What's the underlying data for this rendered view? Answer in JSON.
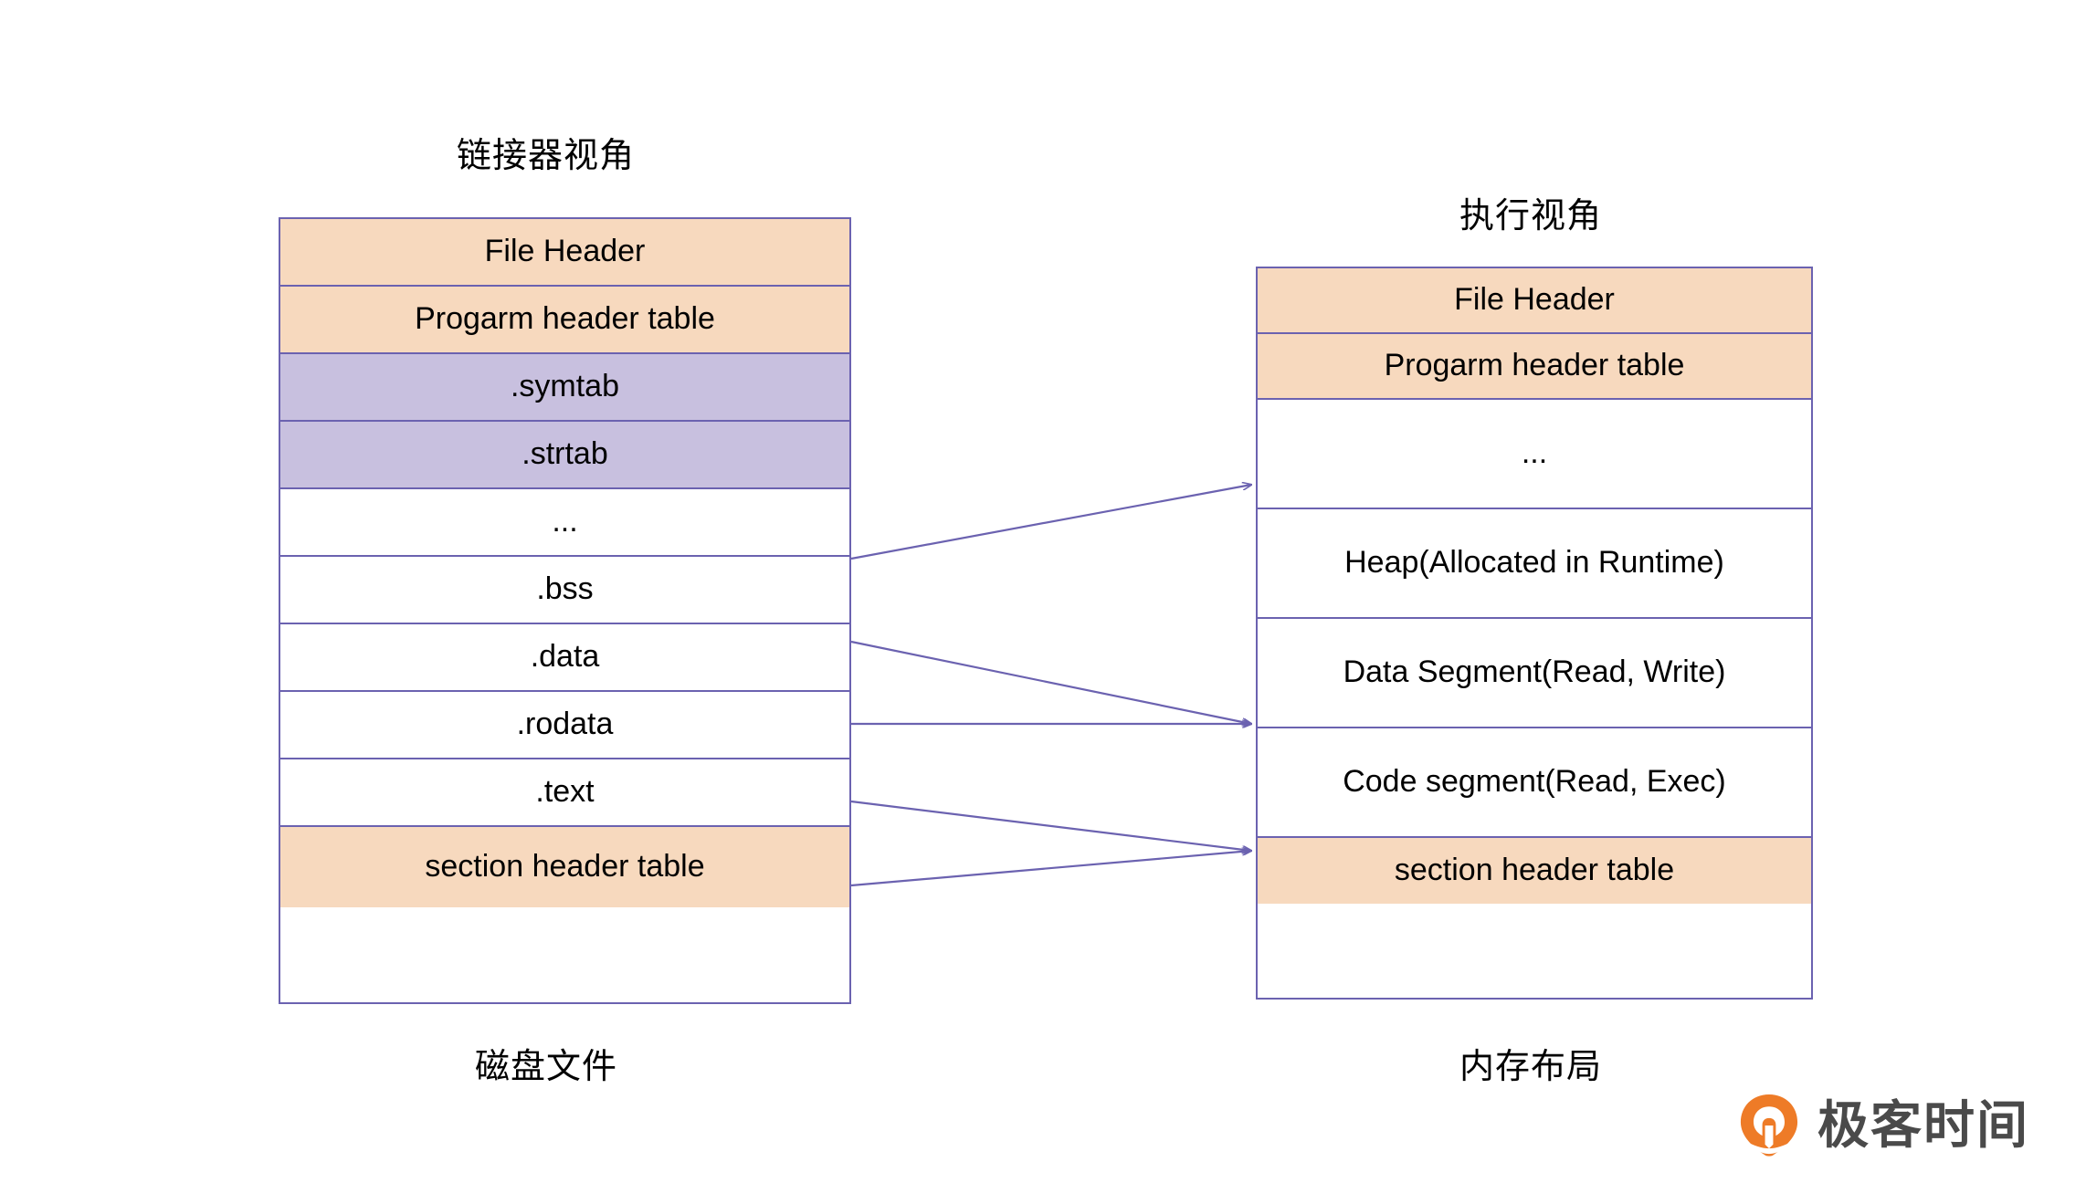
{
  "captions": {
    "linker_view": "链接器视角",
    "disk_file": "磁盘文件",
    "exec_view": "执行视角",
    "memory_layout": "内存布局"
  },
  "colors": {
    "border": "#6B62B0",
    "peach": "#F7D9BE",
    "lavender": "#C8C0DF",
    "white": "#FFFFFF",
    "arrow": "#6B62B0",
    "brand_orange": "#EE7B27",
    "brand_text": "#4A4A4A"
  },
  "linker_table": {
    "rows": [
      {
        "label": "File Header",
        "fill": "peach"
      },
      {
        "label": "Progarm header table",
        "fill": "peach"
      },
      {
        "label": ".symtab",
        "fill": "lavender"
      },
      {
        "label": ".strtab",
        "fill": "lavender"
      },
      {
        "label": "...",
        "fill": "white"
      },
      {
        "label": ".bss",
        "fill": "white"
      },
      {
        "label": ".data",
        "fill": "white"
      },
      {
        "label": ".rodata",
        "fill": "white"
      },
      {
        "label": ".text",
        "fill": "white"
      },
      {
        "label": "section header table",
        "fill": "peach"
      }
    ]
  },
  "exec_table": {
    "rows": [
      {
        "label": "File Header",
        "fill": "peach"
      },
      {
        "label": "Progarm header table",
        "fill": "peach"
      },
      {
        "label": "...",
        "fill": "white"
      },
      {
        "label": "Heap(Allocated in Runtime)",
        "fill": "white"
      },
      {
        "label": "Data Segment(Read, Write)",
        "fill": "white"
      },
      {
        "label": "Code segment(Read, Exec)",
        "fill": "white"
      },
      {
        "label": "section header table",
        "fill": "peach"
      }
    ]
  },
  "mappings": [
    {
      "from": "...",
      "to": "..."
    },
    {
      "from": ".bss",
      "to": "Data Segment(Read, Write)"
    },
    {
      "from": ".data",
      "to": "Data Segment(Read, Write)"
    },
    {
      "from": ".rodata",
      "to": "Code segment(Read, Exec)"
    },
    {
      "from": ".text",
      "to": "Code segment(Read, Exec)"
    }
  ],
  "brand": {
    "name": "极客时间",
    "mark": "geektime-pin-icon"
  }
}
